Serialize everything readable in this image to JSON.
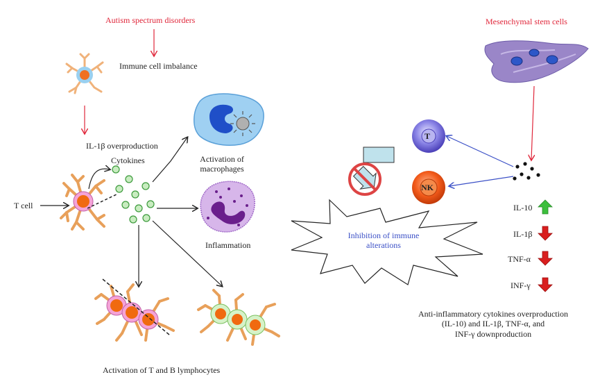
{
  "left": {
    "asd_title": "Autism spectrum disorders",
    "immune_imbalance": "Immune cell imbalance",
    "il1b_overproduction": "IL-1β overproduction",
    "cytokines": "Cytokines",
    "t_cell": "T cell",
    "macrophage_line1": "Activation of",
    "macrophage_line2": "macrophages",
    "inflammation": "Inflammation",
    "lymphocytes": "Activation of T and B lymphocytes"
  },
  "right": {
    "msc_title": "Mesenchymal stem cells",
    "t_label": "T",
    "nk_label": "NK",
    "inhibition_line1": "Inhibition of immune",
    "inhibition_line2": "alterations",
    "markers": [
      {
        "label": "IL-10",
        "direction": "up",
        "color": "#3cbf3c"
      },
      {
        "label": "IL-1β",
        "direction": "down",
        "color": "#d91e1e"
      },
      {
        "label": "TNF-α",
        "direction": "down",
        "color": "#d91e1e"
      },
      {
        "label": "INF-γ",
        "direction": "down",
        "color": "#d91e1e"
      }
    ],
    "summary_line1": "Anti-inflammatory cytokines overproduction",
    "summary_line2": "(IL-10) and IL-1β, TNF-α, and",
    "summary_line3": "INF-γ downproduction"
  }
}
